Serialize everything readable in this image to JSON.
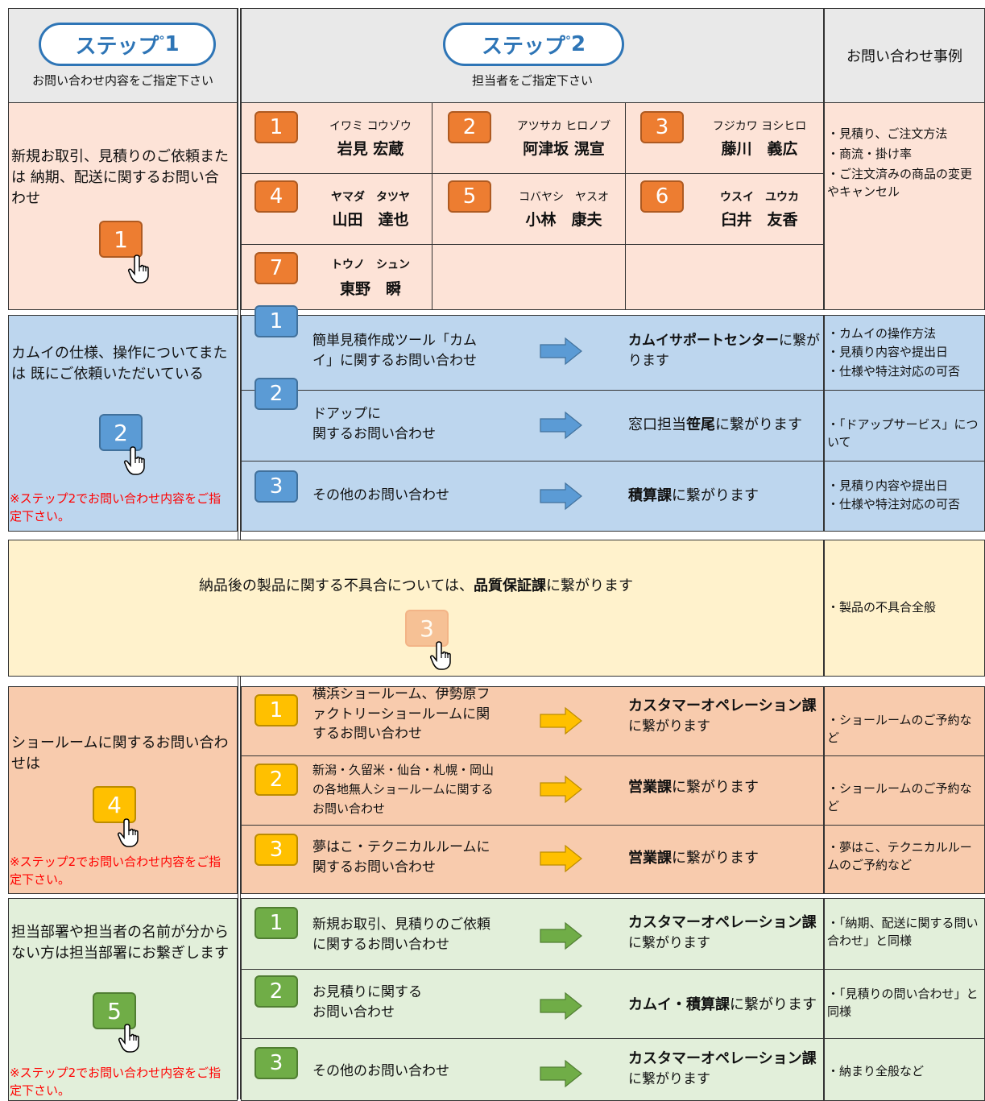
{
  "header": {
    "step1_label": "ステップ",
    "step1_num": "1",
    "step1_desc": "お問い合わせ内容をご指定下さい",
    "step2_label": "ステップ",
    "step2_num": "2",
    "step2_desc": "担当者をご指定下さい",
    "examples_title": "お問い合わせ事例"
  },
  "section1": {
    "desc": "新規お取引、見積りのご依頼または 納期、配送に関するお問い合わせ",
    "badge": "1",
    "people": [
      {
        "num": "1",
        "kana": "イワミ コウゾウ",
        "kanji": "岩見 宏蔵"
      },
      {
        "num": "2",
        "kana": "アツサカ ヒロノブ",
        "kanji": "阿津坂 滉宣"
      },
      {
        "num": "3",
        "kana": "フジカワ ヨシヒロ",
        "kanji": "藤川　義広"
      },
      {
        "num": "4",
        "kana": "ヤマダ　タツヤ",
        "kanji": "山田　達也"
      },
      {
        "num": "5",
        "kana": "コバヤシ　ヤスオ",
        "kanji": "小林　康夫"
      },
      {
        "num": "6",
        "kana": "ウスイ　ユウカ",
        "kanji": "臼井　友香"
      },
      {
        "num": "7",
        "kana": "トウノ　シュン",
        "kanji": "東野　瞬"
      }
    ],
    "examples": [
      "・見積り、ご注文方法",
      "・商流・掛け率",
      "・ご注文済みの商品の変更やキャンセル"
    ]
  },
  "section2": {
    "desc": "カムイの仕様、操作についてまたは 既にご依頼いただいている",
    "badge": "2",
    "note": "※ステップ2でお問い合わせ内容をご指定下さい。",
    "rows": [
      {
        "num": "1",
        "subject": "簡単見積作成ツール「カムイ」に関するお問い合わせ",
        "dest_bold": "カムイサポートセンター",
        "dest_rest": "に繋がります",
        "dest_pre": "",
        "example": "・カムイの操作方法\n・見積り内容や提出日\n・仕様や特注対応の可否"
      },
      {
        "num": "2",
        "subject": "ドアップに\n関するお問い合わせ",
        "dest_pre": "窓口担当",
        "dest_bold": "笹尾",
        "dest_rest": "に繋がります",
        "example": "・「ドアップサービス」について"
      },
      {
        "num": "3",
        "subject": "その他のお問い合わせ",
        "dest_pre": "",
        "dest_bold": "積算課",
        "dest_rest": "に繋がります",
        "example": "・見積り内容や提出日\n・仕様や特注対応の可否"
      }
    ]
  },
  "section3": {
    "text_pre": "納品後の製品に関する不具合については、",
    "text_bold": "品質保証課",
    "text_post": "に繋がります",
    "badge": "3",
    "example": "・製品の不具合全般"
  },
  "section4": {
    "desc": "ショールームに関するお問い合わせは",
    "badge": "4",
    "note": "※ステップ2でお問い合わせ内容をご指定下さい。",
    "rows": [
      {
        "num": "1",
        "subject": "横浜ショールーム、伊勢原ファクトリーショールームに関するお問い合わせ",
        "dest_bold": "カスタマーオペレーション課",
        "dest_rest": "に繋がります",
        "example": "・ショールームのご予約など"
      },
      {
        "num": "2",
        "subject": "新潟・久留米・仙台・札幌・岡山の各地無人ショールームに関するお問い合わせ",
        "dest_bold": "営業課",
        "dest_rest": "に繋がります",
        "example": "・ショールームのご予約など"
      },
      {
        "num": "3",
        "subject": "夢はこ・テクニカルルームに関するお問い合わせ",
        "dest_bold": "営業課",
        "dest_rest": "に繋がります",
        "example": "・夢はこ、テクニカルルームのご予約など"
      }
    ]
  },
  "section5": {
    "desc": "担当部署や担当者の名前が分からない方は担当部署にお繋ぎします",
    "badge": "5",
    "note": "※ステップ2でお問い合わせ内容をご指定下さい。",
    "rows": [
      {
        "num": "1",
        "subject": "新規お取引、見積りのご依頼に関するお問い合わせ",
        "dest_bold": "カスタマーオペレーション課",
        "dest_rest": "に繋がります",
        "example": "・「納期、配送に関する問い合わせ」と同様"
      },
      {
        "num": "2",
        "subject": "お見積りに関する\nお問い合わせ",
        "dest_bold": "カムイ・積算課",
        "dest_rest": "に繋がります",
        "example": "・「見積りの問い合わせ」と同様"
      },
      {
        "num": "3",
        "subject": "その他のお問い合わせ",
        "dest_bold": "カスタマーオペレーション課",
        "dest_rest": "に繋がります",
        "example": "・納まり全般など"
      }
    ]
  },
  "colors": {
    "orange": "#ed7d31",
    "blue": "#5b9bd5",
    "yellow": "#ffc000",
    "green": "#70ad47",
    "header_bg": "#e9e9e9",
    "sec1_bg": "#fde3d7",
    "sec2_bg": "#bdd6ee",
    "sec3_bg": "#fff2cc",
    "sec4_bg": "#f8cbad",
    "sec5_bg": "#e2efda",
    "pill_blue": "#2e75b6",
    "note_red": "#ff0000"
  },
  "icons": [
    "hand-pointer-icon",
    "right-arrow-icon"
  ]
}
